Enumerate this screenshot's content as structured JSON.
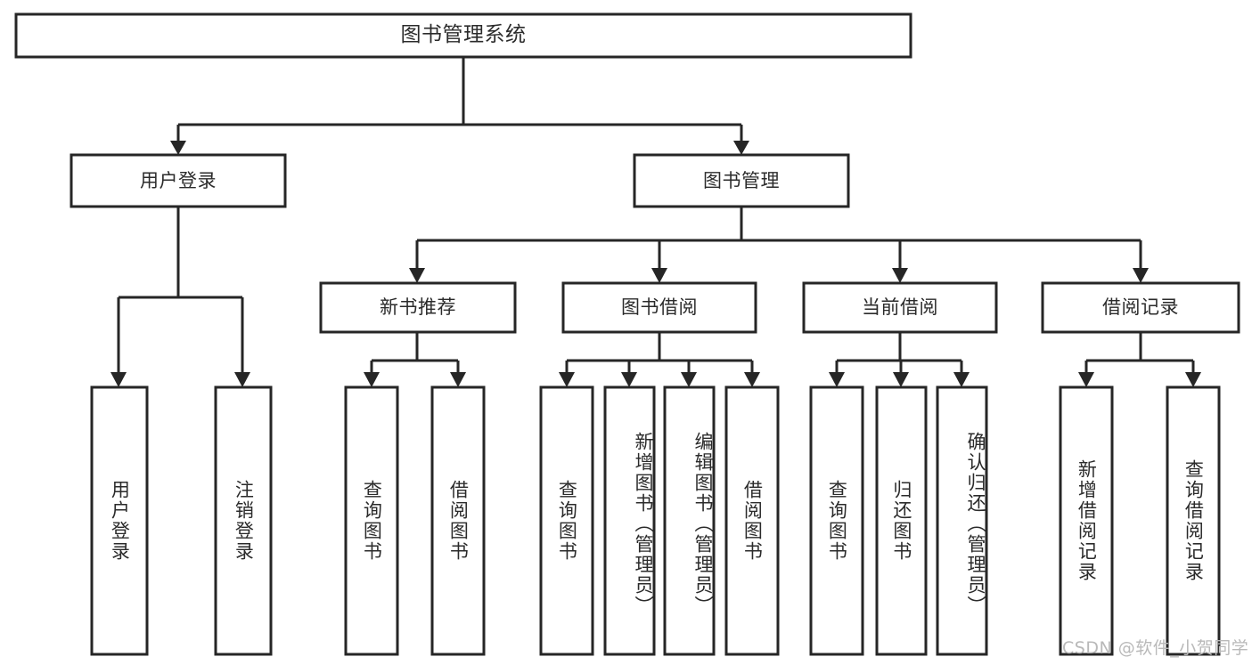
{
  "diagram": {
    "type": "tree",
    "title": "图书管理系统",
    "root": {
      "label": "图书管理系统"
    },
    "level1": [
      {
        "label": "用户登录"
      },
      {
        "label": "图书管理"
      }
    ],
    "level2": [
      {
        "label": "新书推荐"
      },
      {
        "label": "图书借阅"
      },
      {
        "label": "当前借阅"
      },
      {
        "label": "借阅记录"
      }
    ],
    "leaves": {
      "user_login": [
        {
          "label": "用户登录"
        },
        {
          "label": "注销登录"
        }
      ],
      "new_book_recommend": [
        {
          "label": "查询图书"
        },
        {
          "label": "借阅图书"
        }
      ],
      "book_borrow": [
        {
          "label": "查询图书"
        },
        {
          "label": "新增图书（管理员）"
        },
        {
          "label": "编辑图书（管理员）"
        },
        {
          "label": "借阅图书"
        }
      ],
      "current_borrow": [
        {
          "label": "查询图书"
        },
        {
          "label": "归还图书"
        },
        {
          "label": "确认归还（管理员）"
        }
      ],
      "borrow_record": [
        {
          "label": "新增借阅记录"
        },
        {
          "label": "查询借阅记录"
        }
      ]
    }
  },
  "watermark": {
    "text": "CSDN @软件_小贺同学"
  },
  "colors": {
    "stroke": "#262626",
    "box_fill": "#ffffff",
    "text": "#2b2b2b",
    "watermark": "#b9b9b9",
    "background": "#ffffff"
  }
}
